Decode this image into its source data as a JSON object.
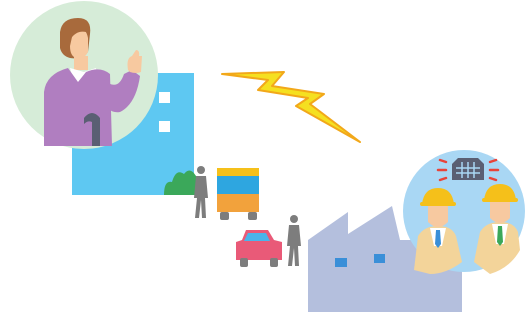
{
  "colors": {
    "background": "#ffffff",
    "office_building": "#5ec8f2",
    "office_window": "#ffffff",
    "factory_building": "#b4bfdd",
    "factory_window": "#3a8fd8",
    "lightning_bolt": "#f5e020",
    "lightning_outline": "#f2a81a",
    "manager_circle": "#d6ecd8",
    "manager_blouse": "#b07ec0",
    "manager_hair": "#a86a3c",
    "skin": "#f7c9a0",
    "workers_circle": "#a9d7f4",
    "hard_hat": "#f5c01a",
    "worker_jacket": "#f3d49a",
    "alarm_device": "#5a5f73",
    "alarm_signal": "#e8433a",
    "truck_body": "#2ea6e0",
    "truck_cab_stripe": "#f5c01a",
    "truck_base": "#f2a23c",
    "car_body": "#e95a78",
    "car_window": "#4ab4ea",
    "pedestrian": "#7d7d7d",
    "bush": "#3ba85a"
  },
  "icons": [
    "office-building",
    "factory-building",
    "lightning-bolt",
    "manager",
    "workers",
    "alarm-device",
    "truck",
    "car",
    "pedestrian",
    "bush"
  ]
}
